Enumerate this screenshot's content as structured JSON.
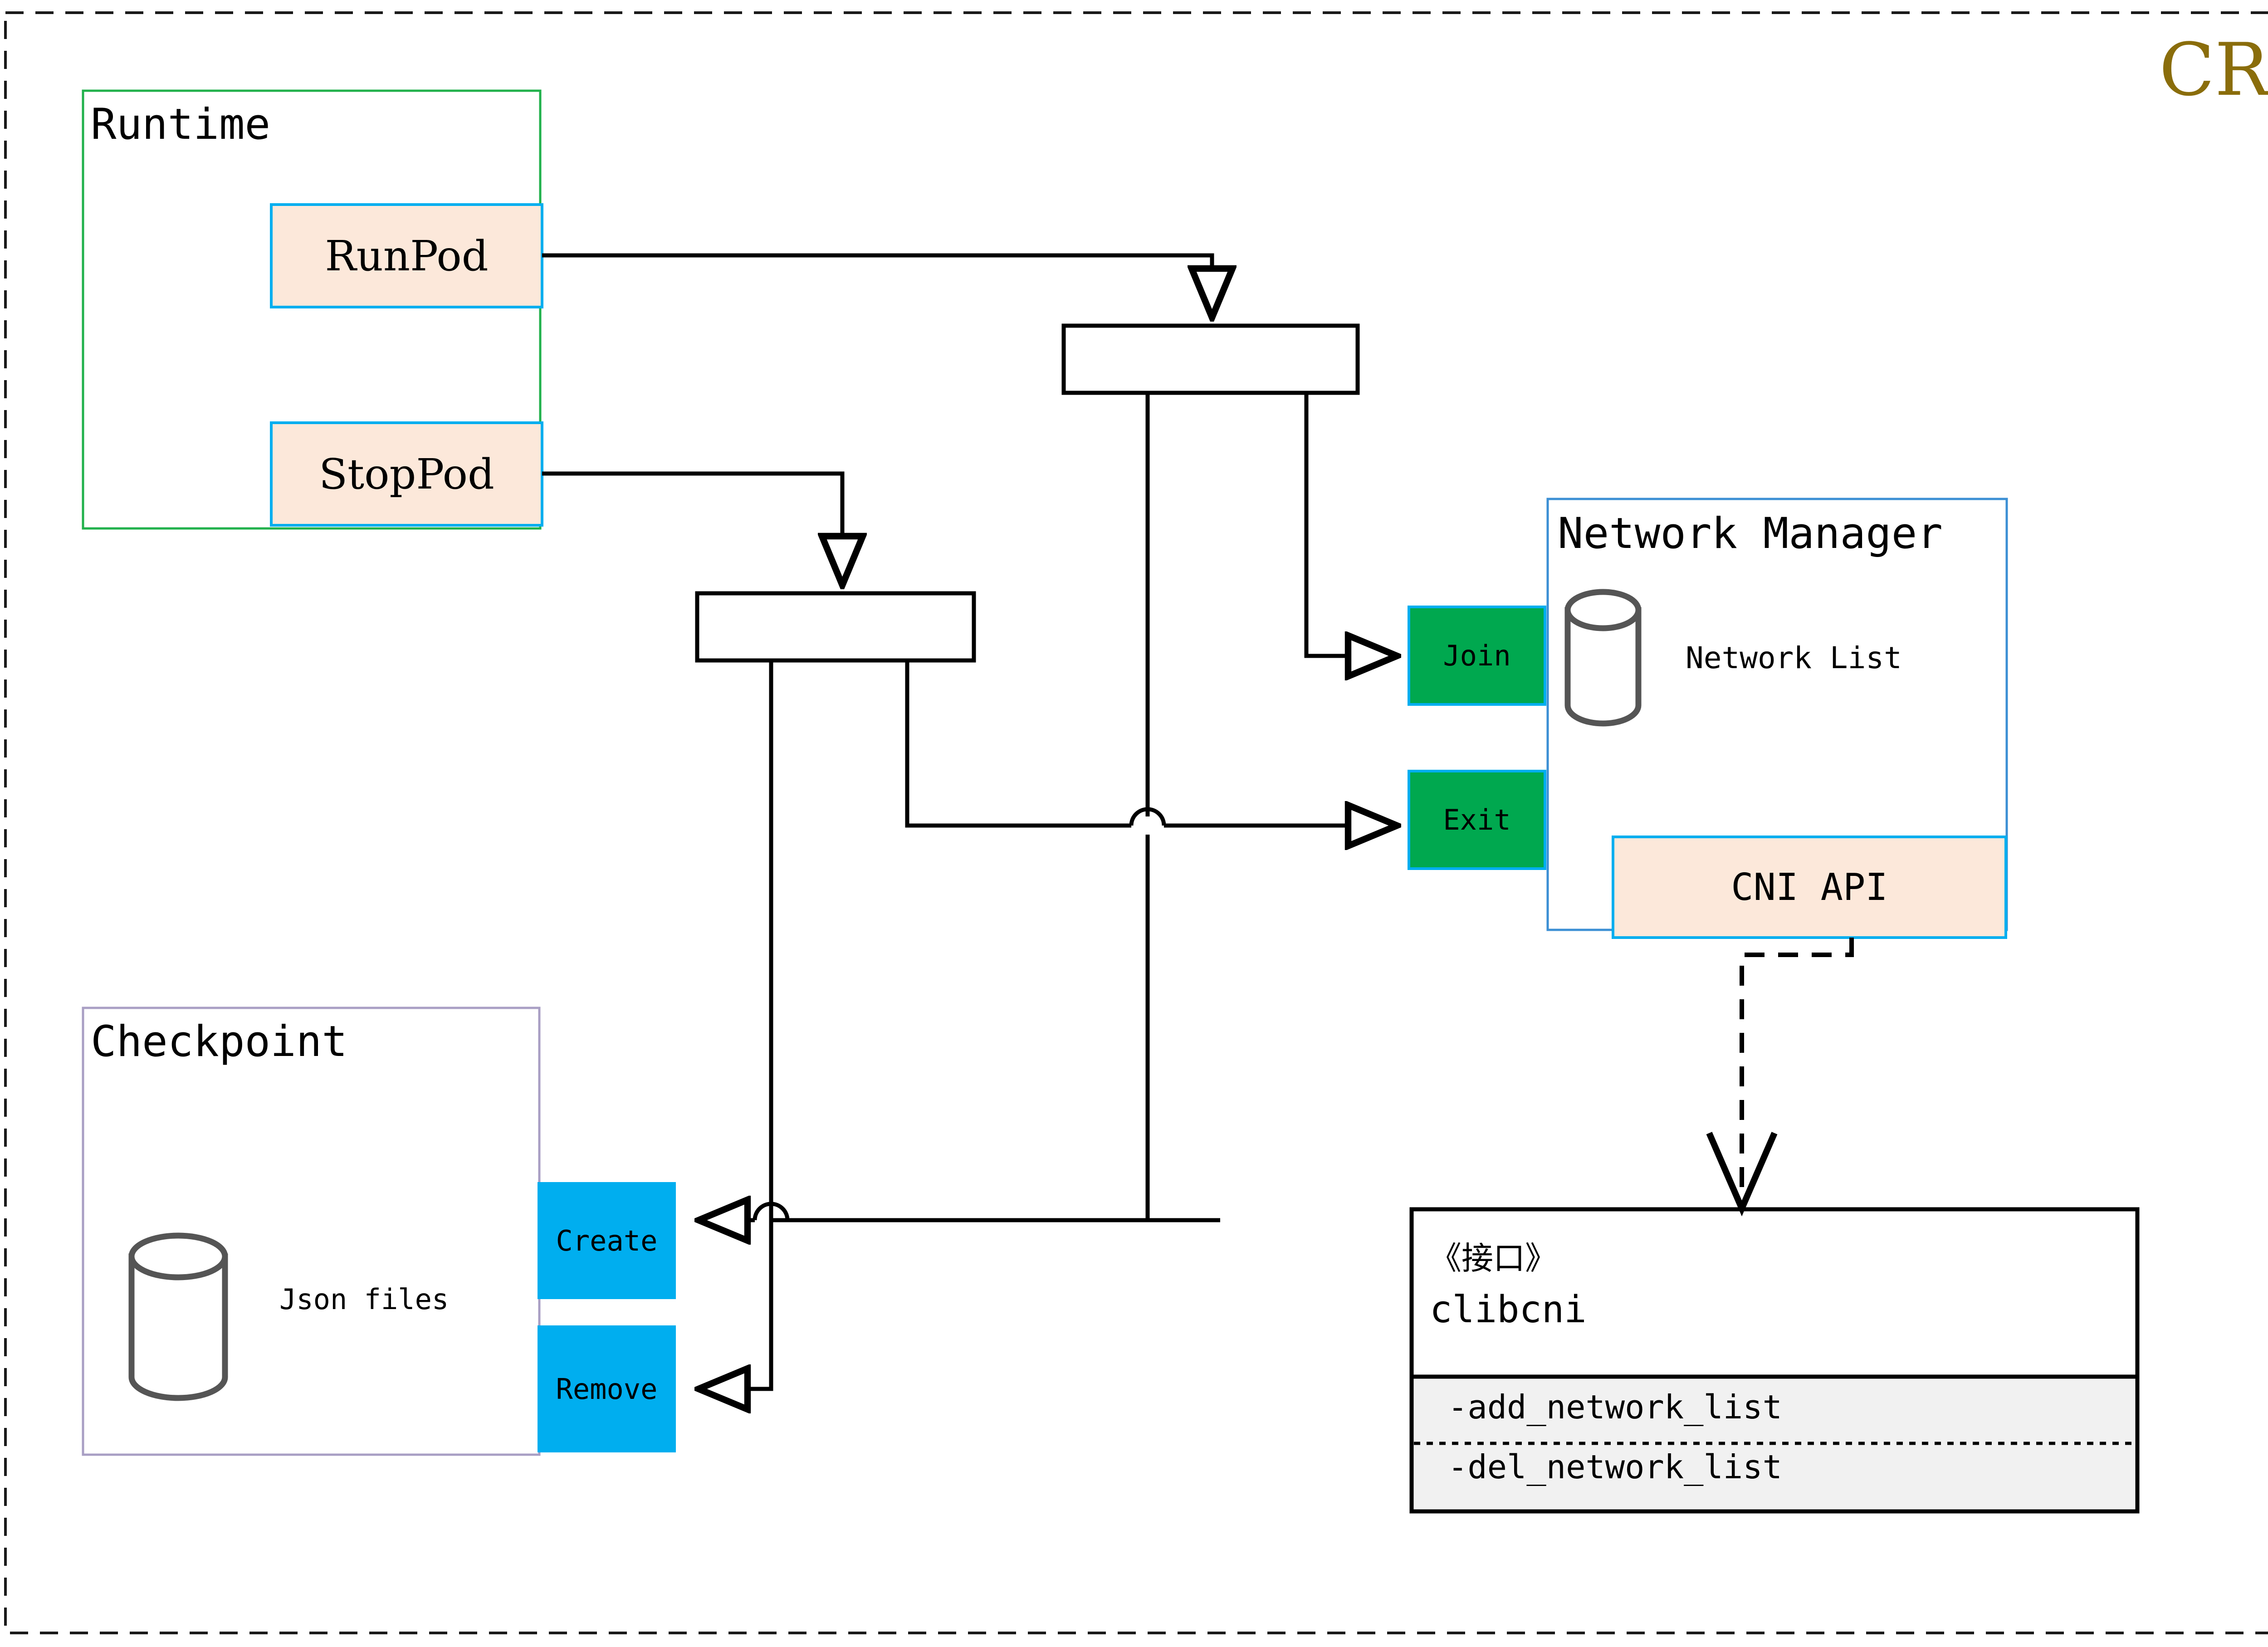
{
  "diagram": {
    "title": "CRI",
    "title_color": "#8a6d0b",
    "outer_border": "dashed-black"
  },
  "groups": [
    {
      "id": "runtime",
      "label": "Runtime",
      "border_color": "#22b14c",
      "items": [
        {
          "id": "runpod",
          "label": "RunPod",
          "fill": "#fce8da",
          "border": "#00aeef"
        },
        {
          "id": "stoppod",
          "label": "StopPod",
          "fill": "#fce8da",
          "border": "#00aeef"
        }
      ]
    },
    {
      "id": "checkpoint",
      "label": "Checkpoint",
      "border_color": "#a99fc4",
      "store_label": "Json files",
      "items": [
        {
          "id": "create",
          "label": "Create",
          "fill": "#00aeef",
          "border": "none"
        },
        {
          "id": "remove",
          "label": "Remove",
          "fill": "#00aeef",
          "border": "none"
        }
      ]
    },
    {
      "id": "network-manager",
      "label": "Network Manager",
      "border_color": "#3b8fd4",
      "store_label": "Network List",
      "items": [
        {
          "id": "join",
          "label": "Join",
          "fill": "#00a84f",
          "border": "#00aeef"
        },
        {
          "id": "exit",
          "label": "Exit",
          "fill": "#00a84f",
          "border": "#00aeef"
        },
        {
          "id": "cni-api",
          "label": "CNI API",
          "fill": "#fce8da",
          "border": "#00aeef"
        }
      ]
    }
  ],
  "interface_box": {
    "stereotype": "《接口》",
    "name": "clibcni",
    "methods": [
      "-add_network_list",
      "-del_network_list"
    ],
    "method_fill": "#f1f1f1",
    "border": "#000000"
  },
  "fork_bars": [
    {
      "id": "fork-top",
      "label": ""
    },
    {
      "id": "fork-bottom",
      "label": ""
    }
  ]
}
